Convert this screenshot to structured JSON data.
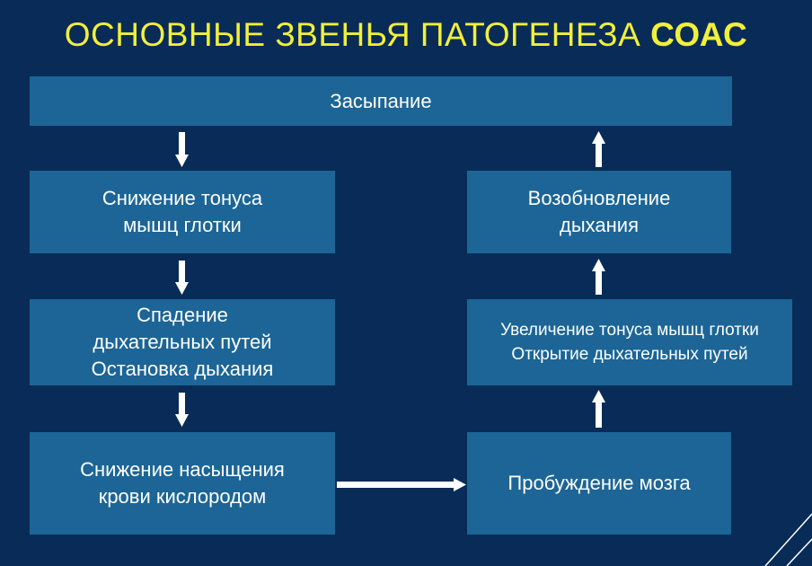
{
  "title": {
    "text": "ОСНОВНЫЕ ЗВЕНЬЯ ПАТОГЕНЕЗА ",
    "highlight": "СОАС"
  },
  "boxes": {
    "sleep_onset": "Засыпание",
    "tone_decrease": "Снижение тонуса\nмышц глотки",
    "airway_collapse": "Спадение\nдыхательных путей\nОстановка дыхания",
    "desaturation": "Снижение насыщения\nкрови кислородом",
    "arousal": "Пробуждение мозга",
    "tone_increase": "Увеличение тонуса мышц глотки\nОткрытие дыхательных путей",
    "breathing_resume": "Возобновление\nдыхания"
  }
}
